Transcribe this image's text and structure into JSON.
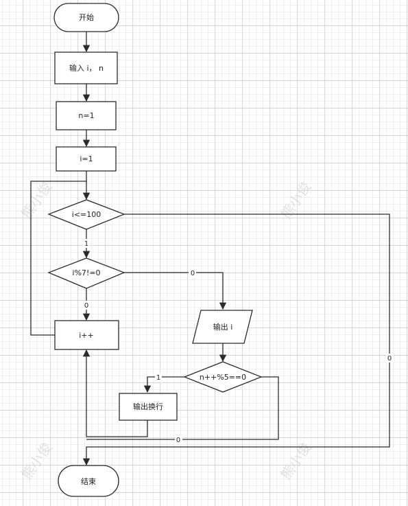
{
  "nodes": {
    "start": "开始",
    "input": "输入 i， n",
    "init_n": "n=1",
    "init_i": "i=1",
    "cond_loop": "i<=100",
    "cond_mod7": "i%7!=0",
    "increment": "i++",
    "output_i": "输出 i",
    "cond_mod5": "n++%5==0",
    "output_newline": "输出换行",
    "end": "结束"
  },
  "edge_labels": {
    "loop_true": "1",
    "mod7_false": "0",
    "mod7_true": "0",
    "mod5_true": "1",
    "mod5_false": "0",
    "loop_false": "0"
  },
  "watermark": "熊小俊"
}
